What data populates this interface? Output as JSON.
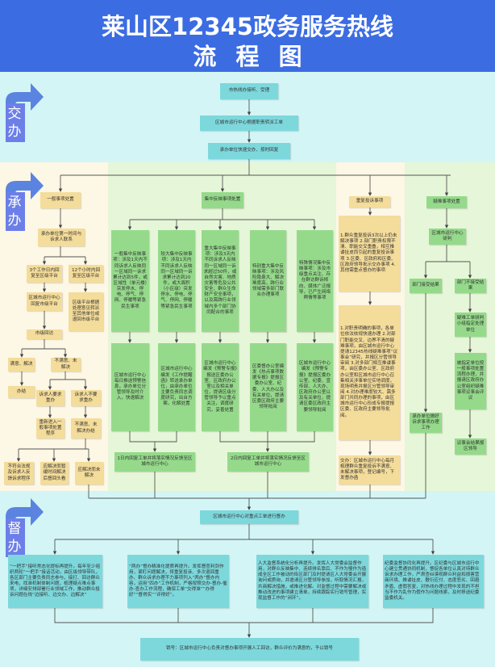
{
  "header": {
    "title": "莱山区12345政务服务热线",
    "subtitle": "流 程 图"
  },
  "colors": {
    "header_blue": "#3b6ce2",
    "cyan_box": "#7dd8dc",
    "cream_box": "#f4dc9a",
    "green_box": "#95da8b",
    "tag": "#6c7fe8"
  },
  "sections": {
    "assign": "交办",
    "handle": "承办",
    "supervise": "督办"
  },
  "assign": {
    "receive": "市热线办接听、受理",
    "dispatch": "区城市运行中心根据职责转派工单",
    "respond": "承办单位快速交办、按时回复"
  },
  "general": {
    "title": "一般事项处置",
    "contact": "承办单位第一时间与诉求人联系",
    "reply3days": "3个工作日内回复至区级平台",
    "reply12h": "12个小时内回复至区级平台",
    "center_reply": "区城市运行中心回复市级平台",
    "transfer": "区级平台根据处理意见转派至其他单位或退回市级平台",
    "revisit": "市级回访",
    "satisfied": "满意、解决",
    "unsatisfied": "不满意、未解决",
    "closed": "办结",
    "redo": "诉求人要求重办",
    "no_redo": "诉求人不要求重办",
    "reenter": "重新进入一般事项处置程序",
    "unsolved_closed": "不满意、未解决办结",
    "out1": "不符合法规及诉求人反馈诉求程序",
    "out2": "应解决而暂缓时间解决后督回头看",
    "out3": "应解决而未解决"
  },
  "concentrated": {
    "title": "集中反映事项处置",
    "types": [
      "一般集中反映事项：涉及1天内不同诉求人反映同一区域同一诉求累计达到5件，或区域性（单元楼）突发停水、停电、停气、停网、停暖等紧急民生事项",
      "较大集中反映事项：涉及1天内不同诉求人反映同一区域同一诉求累计达到20件，或大面积（小区级）突发停水、停电、停气、停网、停暖等紧急民生事项",
      "重大集中反映事项：涉及3天内不同诉求人反映同一区域同一诉求超过50件，或自然灾害、地质灾害等危及公共安全、群众生命财产安全事项，以及需跨行业领域内多个部门协同配合的事项",
      "特别重大集中反映事项：涉及风险隐患大、解决难度高，跨行业领域需多部门联合办理事项",
      "特殊情况集中反映事项：涉及市级重点关注、存在群访群诉倾向、媒体广泛报导，已产生网络舆情等事项"
    ],
    "actions": [
      "区城市运行中心每日推送预警信息，承办单位分管领导及时介入，快速解决",
      "区城市运行中心编发《工作提醒函》转送承办单位，由承办单位主要负责同志调度研究，出台方案，化解处置",
      "区城市运行中心编发《预警专报》报送区委办公室、区政府办公室以及相关单位，提请区级分管领导予以重点关注，调度研究，妥善处置",
      "区委督办公室编发《热点事项数据专报》提报区委办公室、纪委、人大办以及有关单位，提请区委区政府主要领导批阅",
      "区城市运行中心编发《预警专报》提报区委办公室、纪委、宣传部、人大办、区政府办公室以及有关单位，提请区委区政府主要领导批阅"
    ],
    "reply1": "1日内回复工单并将落实情况反馈至区城市运行中心",
    "reply2": "2日内回复工单并将落实情况反馈至区城市运行中心"
  },
  "repeat": {
    "title": "重复投诉事项",
    "scope": "1.群众重复投诉3次以上仍未解决事项 2.部门职责权限不清、职能交叉重叠，相互推诿扯皮而引起的重复投诉事项 3.区委、区政府和区委、区政府领导批示交办事项 4.其他需重点督办的事项",
    "handling": "1.对职责明确的事项，各单位依法依规快速办理 2.对部门职能交叉、边界不清的疑难事项，由区城市运行中心提请12345热线疑难事项“议事会”研究，并报区分管领导审阅 3.对多部门相互推诿事项，由区委办公室、区政府办公室和区城市运行中心召集相关涉事单位实地调度，现场明责并报区分管领导审阅 4.对办理难度较大、需多部门共同办理的事项，由区城市运行中心形成专报提报区委、区政府主要领导批阅。",
    "assign": "交办：区城市运行中心每月梳理群众重复投诉不满意、未解决事项，登记编号，下发督办函"
  },
  "difficult": {
    "title": "疑难事项处置",
    "judge": "区城市运行中心研判",
    "accept": "部门接受结果",
    "reject": "部门不接受结果",
    "designate": "疑难工单研判小组指定处理单位",
    "designated_unit": "被指定单位按一般事项处置流程办理，并报请区政府办公室组织疑难事项议事会评议",
    "do_work": "承办单位做好诉求事项办理工作",
    "report": "议事会结果报区领导"
  },
  "supervise": {
    "key": "区城市运行中心对重点工单进行督办",
    "items": [
      "“一把手”接听常态化提标再提升。每年至少组织两轮“一把手”接话活动，由区级领导带队，各区部门主要负责同志参与，接打、回访群众来电，找准机制体制问题，梳理疑点难点事项，详细安排部署行业领域工作，推动群众投诉问题在线“边接听、边交办、边解决”",
      "“两办”督办精准化提质再提升。发挥督查利剑作用，紧盯问题解决，将重复投诉、多次退回重办、群众诉求办理不力事项列入“两办”督办内容，运用“四办”工作机制，严格按照交办-督办-催办-查办工作流程，确保工单“交得准”“办得好”“督得实”“评得好”。",
      "人大监督系统化分析再提升。发挥人大常委会监督作用，对群众反映集中、连续排名靠后、不作为慢作为造成全区工作被动的街区部门及时提请区人大常委会开展询问或质询，并邀请区分管领导参加，听取情况汇报，共商解决措施，或推进化解。对监督过程中需要解决或推动改进的事项建立清单，持续跟踪实行销号管理，实现监督工作的“闭环”。",
      "纪委监督协同化再提升。区纪委与区城市运行中心建立贯通协同机制，督促各单位认真对待群众诉求办理工作，严肃查纠漠视群众利益和损害营商环境、推诿扯皮、敷衍应付、态度恶劣、回避矛盾、虚假答复，对热线办理过程中发现的不担当不作为乱作为假作为问题线索，及时移送纪委监委机关。"
    ],
    "close": "销号：区城市运行中心负责对督办事项开展人工回访，群众评价为满意的，予以销号"
  }
}
